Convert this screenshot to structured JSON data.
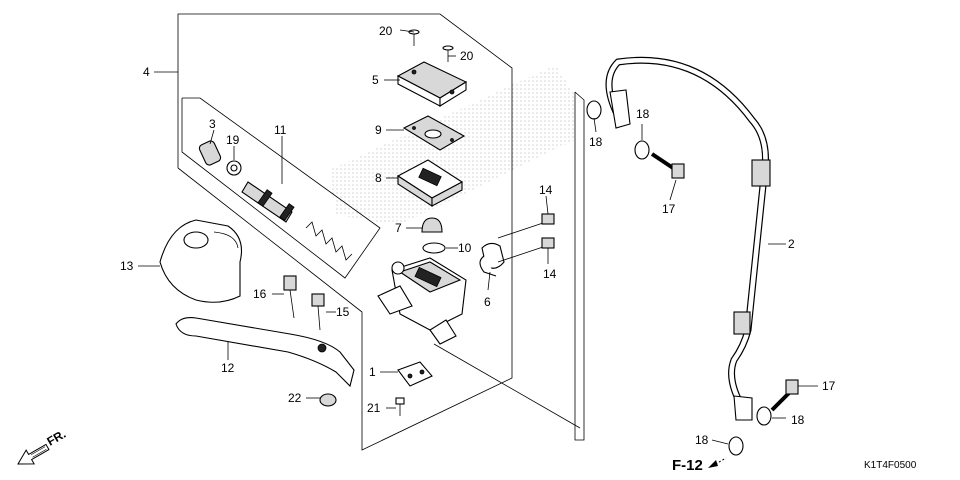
{
  "diagram": {
    "callouts": [
      "1",
      "2",
      "3",
      "4",
      "5",
      "6",
      "7",
      "8",
      "9",
      "10",
      "11",
      "12",
      "13",
      "14",
      "15",
      "16",
      "17",
      "18",
      "19",
      "20",
      "21",
      "22"
    ],
    "direction_label": "FR.",
    "reference_label": "F-12",
    "diagram_code": "K1T4F0500"
  }
}
